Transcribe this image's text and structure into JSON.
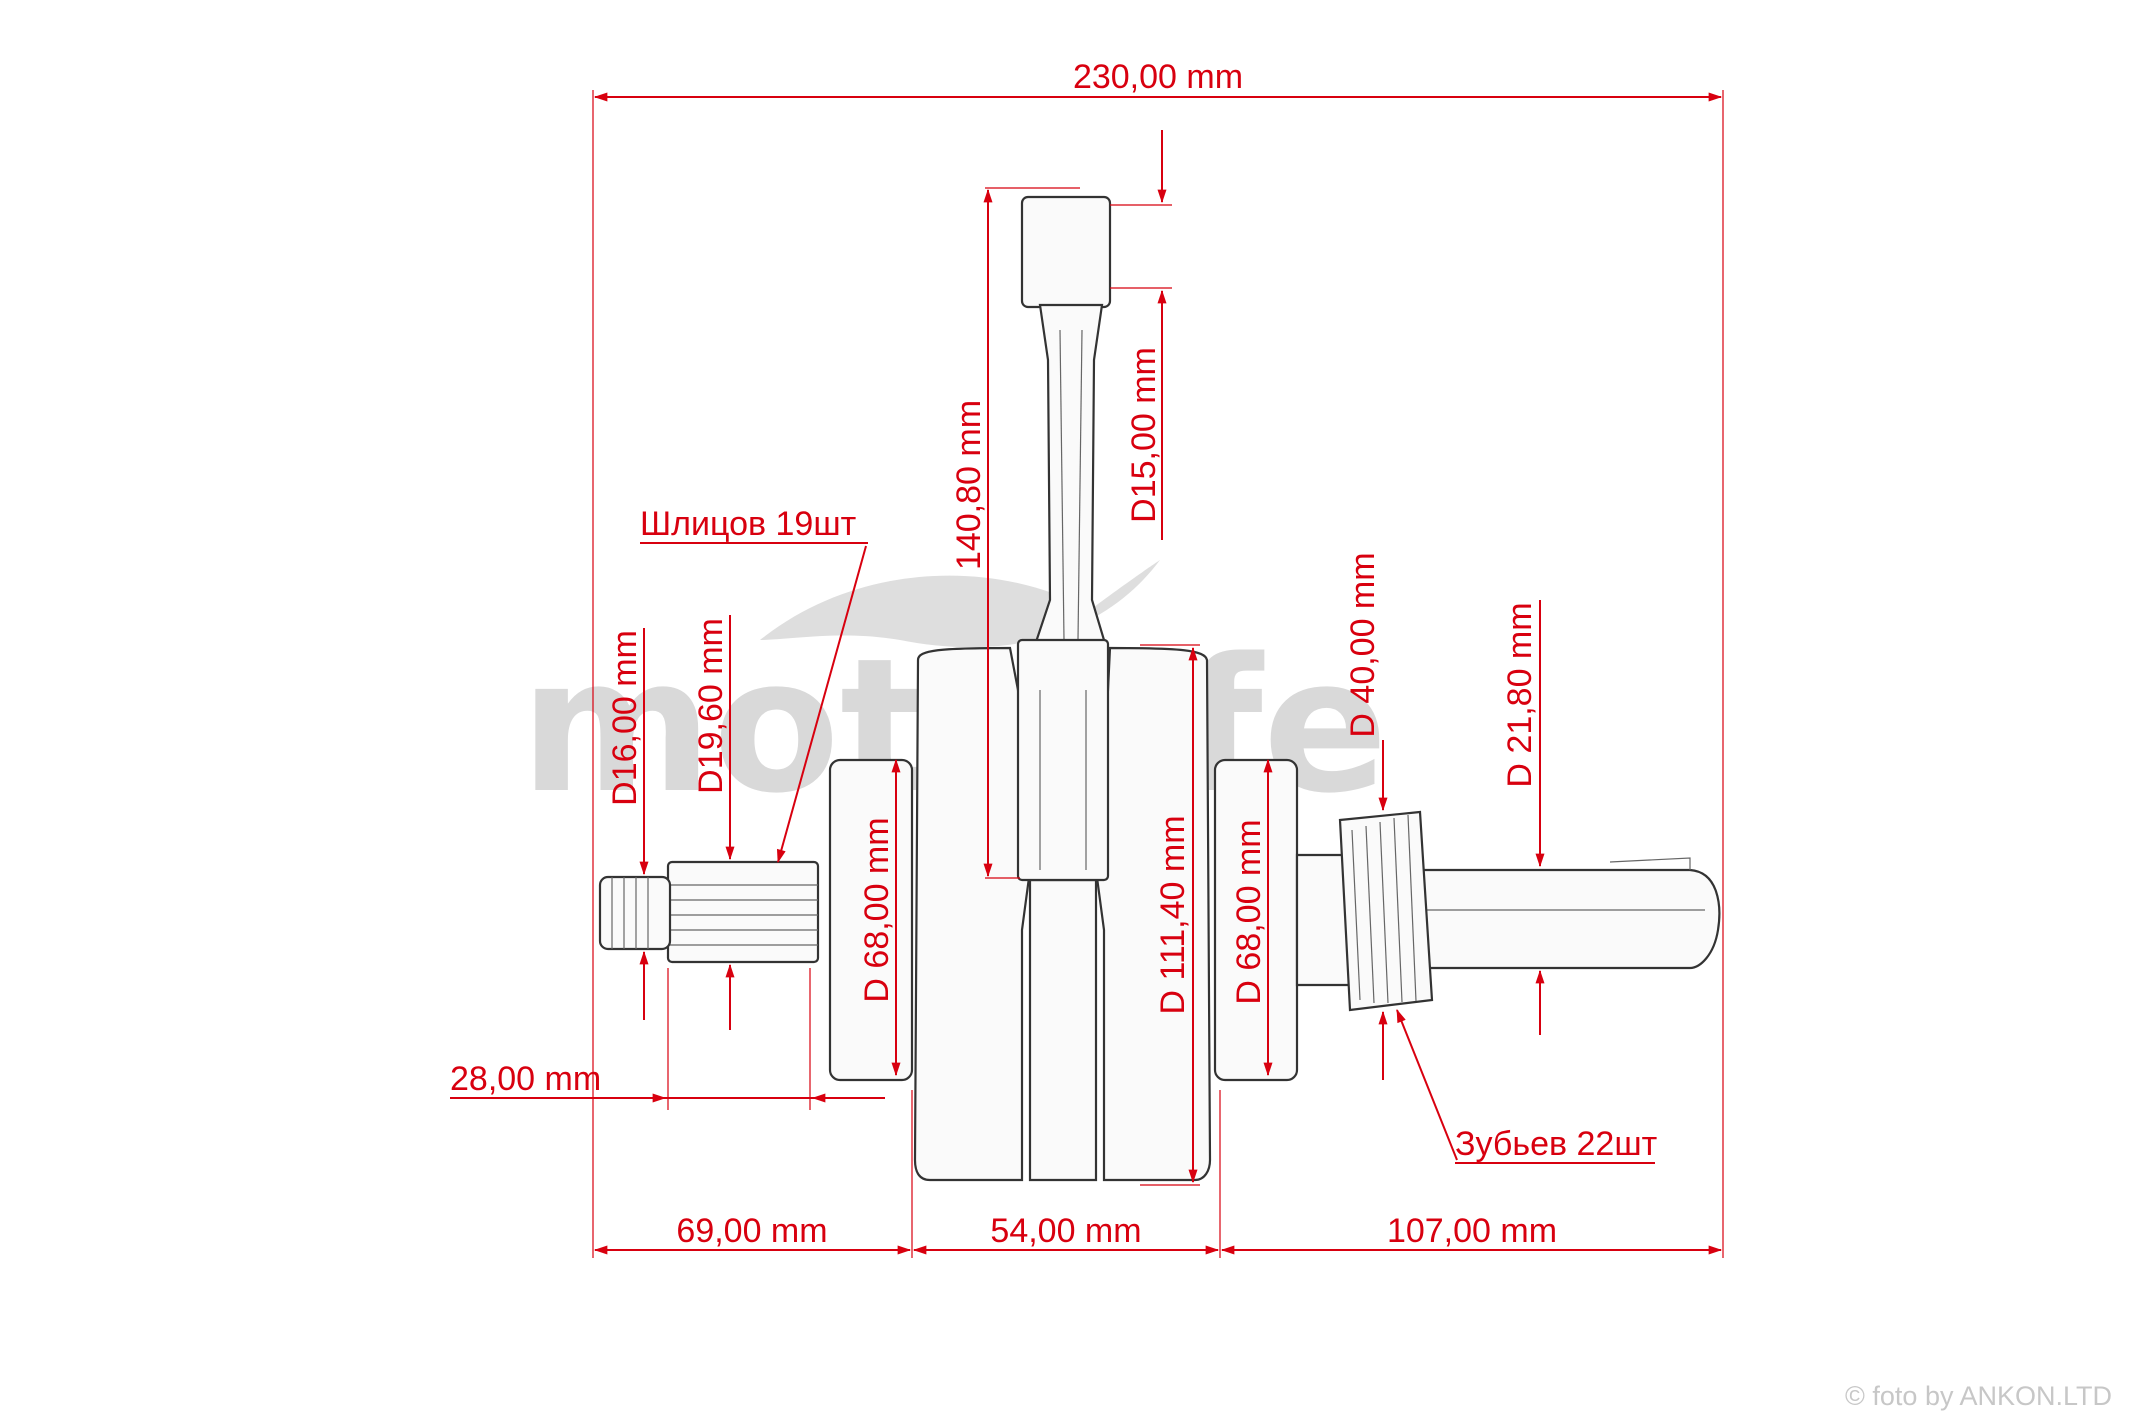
{
  "watermark": "motolife",
  "copyright": "© foto by ANKON.LTD",
  "dimensions": {
    "overall_length": "230,00 mm",
    "left_shaft_length": "69,00 mm",
    "web_width": "54,00 mm",
    "right_shaft_length": "107,00 mm",
    "spline_length": "28,00 mm",
    "rod_length": "140,80 mm",
    "small_end_diameter": "D15,00 mm",
    "thread_diameter": "D16,00 mm",
    "spline_diameter": "D19,60 mm",
    "left_journal_diameter": "D 68,00 mm",
    "web_diameter": "D 111,40 mm",
    "right_journal_diameter": "D 68,00 mm",
    "gear_diameter": "D 40,00 mm",
    "right_shaft_diameter": "D 21,80 mm"
  },
  "callouts": {
    "splines": "Шлицов 19шт",
    "teeth": "Зубьев 22шт"
  },
  "colors": {
    "dimension": "#d8000f",
    "drawing": "#333333",
    "watermark": "#d9d9d9"
  }
}
